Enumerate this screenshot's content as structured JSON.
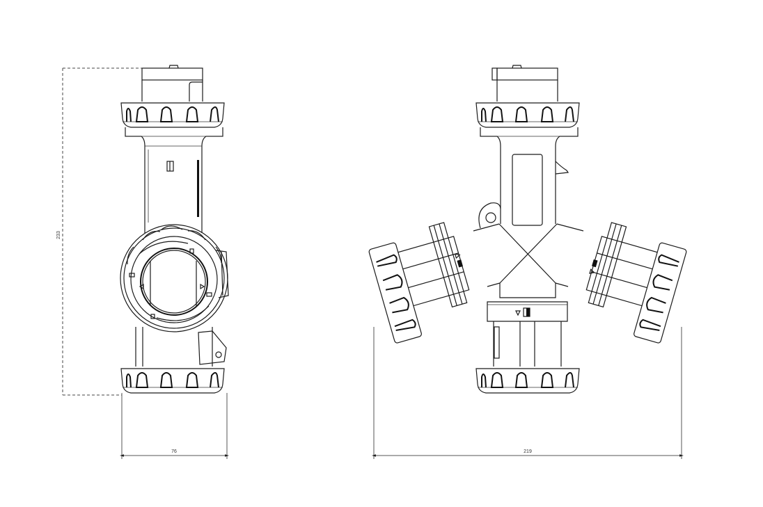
{
  "drawing": {
    "type": "technical-drawing",
    "views": [
      {
        "id": "side-view",
        "description": "Side view of coupling/valve body with round sight window"
      },
      {
        "id": "front-view",
        "description": "Front view showing three-way branch with lateral couplings"
      }
    ]
  },
  "dimensions": {
    "height_label": "233",
    "side_width_label": "76",
    "front_width_label": "219"
  },
  "colors": {
    "line": "#1a1a1a",
    "dimension": "#555555",
    "background": "#ffffff"
  }
}
